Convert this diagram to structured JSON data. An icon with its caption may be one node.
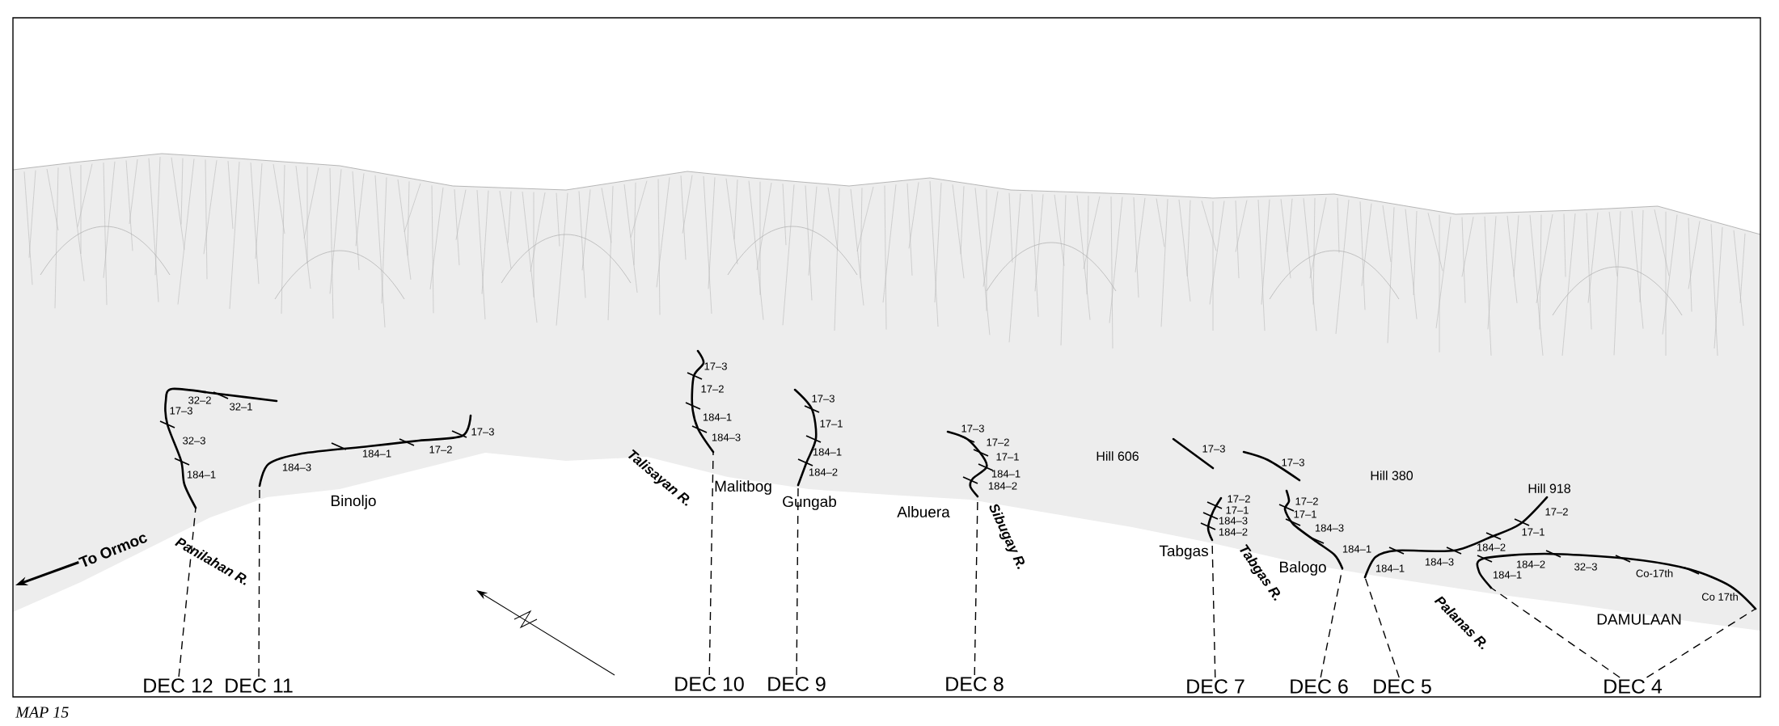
{
  "diagram": {
    "caption": "MAP 15",
    "nodes": [
      {
        "text": [
          "DEC 12"
        ]
      },
      {
        "text": [
          "DEC 11"
        ]
      },
      {
        "text": [
          "DEC 10"
        ]
      },
      {
        "text": [
          "DEC 9"
        ]
      },
      {
        "text": [
          "DEC 8"
        ]
      },
      {
        "text": [
          "DEC 7"
        ]
      },
      {
        "text": [
          "DEC 6"
        ]
      },
      {
        "text": [
          "DEC 5"
        ]
      },
      {
        "text": [
          "DEC 4"
        ]
      },
      {
        "text": [
          "To Ormoc"
        ]
      },
      {
        "text": [],
        "shape": "line"
      },
      {
        "text": [],
        "shape": "line"
      },
      {
        "text": [],
        "shape": "line"
      },
      {
        "text": [],
        "shape": "line"
      },
      {
        "text": [],
        "shape": "line"
      },
      {
        "text": [],
        "shape": "line"
      },
      {
        "text": [],
        "shape": "line"
      },
      {
        "text": [],
        "shape": "line"
      },
      {
        "text": [],
        "shape": "line"
      },
      {
        "text": [],
        "shape": "line"
      },
      {
        "text": [],
        "shape": "line"
      }
    ],
    "edges": [
      {
        "from": 0,
        "to": 10,
        "arrow": "none",
        "style": "dashed"
      },
      {
        "from": 1,
        "to": 11,
        "arrow": "none",
        "style": "dashed"
      },
      {
        "from": 2,
        "to": 12,
        "arrow": "none",
        "style": "dashed"
      },
      {
        "from": 3,
        "to": 13,
        "arrow": "none",
        "style": "dashed"
      },
      {
        "from": 4,
        "to": 14,
        "arrow": "none",
        "style": "dashed"
      },
      {
        "from": 5,
        "to": 17,
        "arrow": "none",
        "style": "dashed"
      },
      {
        "from": 6,
        "to": 18,
        "arrow": "none",
        "style": "dashed"
      },
      {
        "from": 7,
        "to": 19,
        "arrow": "none",
        "style": "dashed"
      },
      {
        "from": 8,
        "to": 20,
        "arrow": "none",
        "style": "dashed"
      },
      {
        "from": 8,
        "to": 20,
        "arrow": "none",
        "style": "dashed"
      },
      {
        "from": 9,
        "to": null,
        "arrow": "to"
      }
    ],
    "labels": [
      "32–2",
      "32–1",
      "17–3",
      "32–3",
      "184–1",
      "184–3",
      "184–1",
      "17–2",
      "17–3",
      "Binoljo",
      "Panilahan R.",
      "17–3",
      "17–2",
      "184–1",
      "184–3",
      "Talisayan R.",
      "Malitbog",
      "17–3",
      "17–1",
      "184–1",
      "184–2",
      "Gungab",
      "Albuera",
      "17–3",
      "17–2",
      "17–1",
      "184–1",
      "184–2",
      "Sibugay R.",
      "Hill 606",
      "17–3",
      "17–3",
      "Hill 380",
      "17–2",
      "17–1",
      "184–3",
      "184–2",
      "Tabgas",
      "Tabgas R.",
      "17–2",
      "17–1",
      "184–3",
      "184–1",
      "Balogo",
      "Hill 918",
      "17–2",
      "17–1",
      "184–2",
      "184–3",
      "184–1",
      "184–2",
      "184–1",
      "32–3",
      "Co-17th",
      "Co 17th",
      "DAMULAAN",
      "Palanas R."
    ]
  }
}
